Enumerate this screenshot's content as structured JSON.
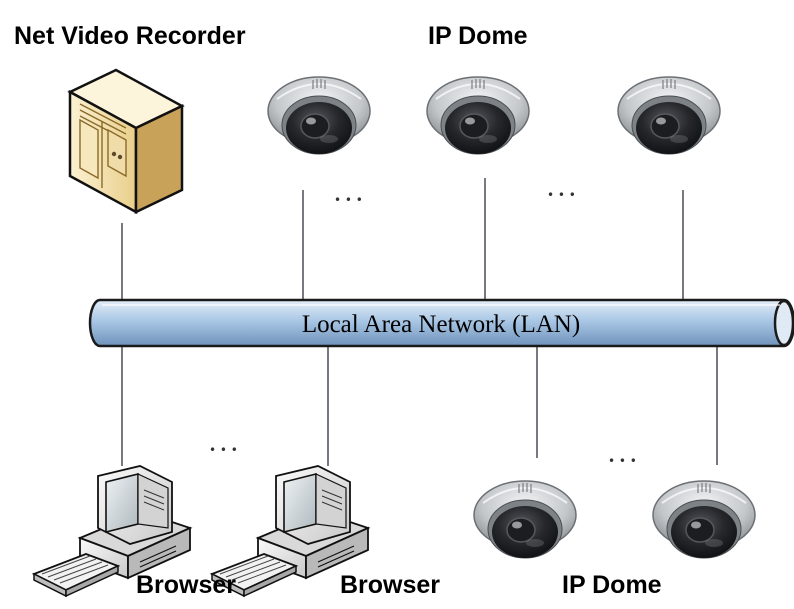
{
  "title_nvr": "Net Video Recorder",
  "title_ipdome_top": "IP Dome",
  "lan_label": "Local Area Network (LAN)",
  "browser_label_1": "Browser",
  "browser_label_2": "Browser",
  "title_ipdome_bottom": "IP Dome",
  "ellipsis": "• • •",
  "colors": {
    "lan_fill": "#a7c6e4",
    "lan_stroke": "#1a1a1a",
    "dome_shell": "#bfc3c6",
    "dome_lens": "#1e2024",
    "server_body": "#f3e1b0"
  },
  "icons": [
    "server-icon",
    "ip-dome-camera-icon",
    "computer-workstation-icon"
  ]
}
